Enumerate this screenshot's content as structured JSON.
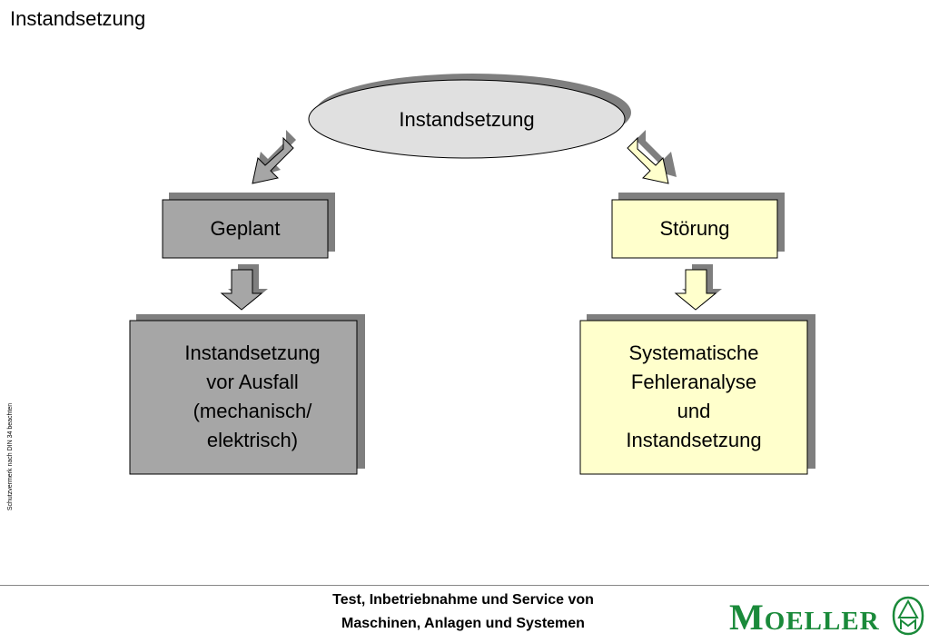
{
  "page": {
    "title": "Instandsetzung"
  },
  "side_note": "Schutzvermerk nach DIN 34 beachten",
  "diagram": {
    "root": "Instandsetzung",
    "left": {
      "label": "Geplant",
      "detail": "Instandsetzung\nvor Ausfall\n(mechanisch/\nelektrisch)"
    },
    "right": {
      "label": "Störung",
      "detail": "Systematische\nFehleranalyse\nund\nInstandsetzung"
    }
  },
  "footer": {
    "line1": "Test, Inbetriebnahme und Service von",
    "line2": "Maschinen, Anlagen und Systemen"
  },
  "logo": {
    "initial": "M",
    "rest": "OELLER"
  },
  "colors": {
    "gray_box": "#a6a6a6",
    "yellow_box": "#ffffcc",
    "ellipse": "#e0e0e0",
    "shadow": "#7f7f7f",
    "brand_green": "#1a8a3a"
  }
}
